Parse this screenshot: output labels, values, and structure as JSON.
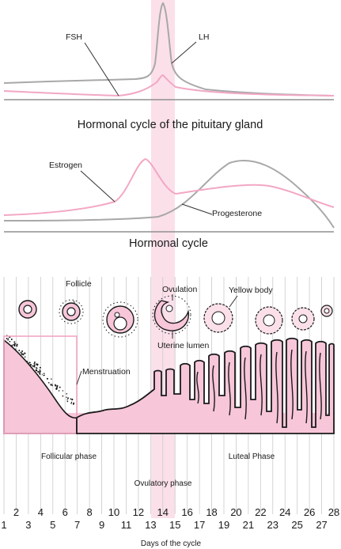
{
  "titles": {
    "pituitary": "Hormonal cycle of the pituitary gland",
    "hormonal": "Hormonal cycle"
  },
  "hormones": {
    "fsh": "FSH",
    "lh": "LH",
    "estrogen": "Estrogen",
    "progesterone": "Progesterone"
  },
  "ovary": {
    "follicle": "Follicle",
    "ovulation": "Ovulation",
    "yellow_body": "Yellow body",
    "uterine_lumen": "Uterine lumen"
  },
  "uterus": {
    "menstruation": "Menstruation"
  },
  "phases": {
    "follicular": "Follicular phase",
    "luteal": "Luteal Phase",
    "ovulatory": "Ovulatory phase"
  },
  "days": {
    "values": [
      "1",
      "2",
      "3",
      "4",
      "5",
      "6",
      "7",
      "8",
      "9",
      "10",
      "11",
      "12",
      "13",
      "14",
      "15",
      "16",
      "17",
      "18",
      "19",
      "20",
      "21",
      "22",
      "23",
      "24",
      "25",
      "26",
      "27",
      "28"
    ],
    "axis_label": "Days of the cycle"
  },
  "colors": {
    "pink": "#f2a7c4",
    "pink_fill": "#f7c6d8",
    "pink_band": "#fbe0ea",
    "gray": "#a8a8a8",
    "ink": "#1a1a1a"
  }
}
